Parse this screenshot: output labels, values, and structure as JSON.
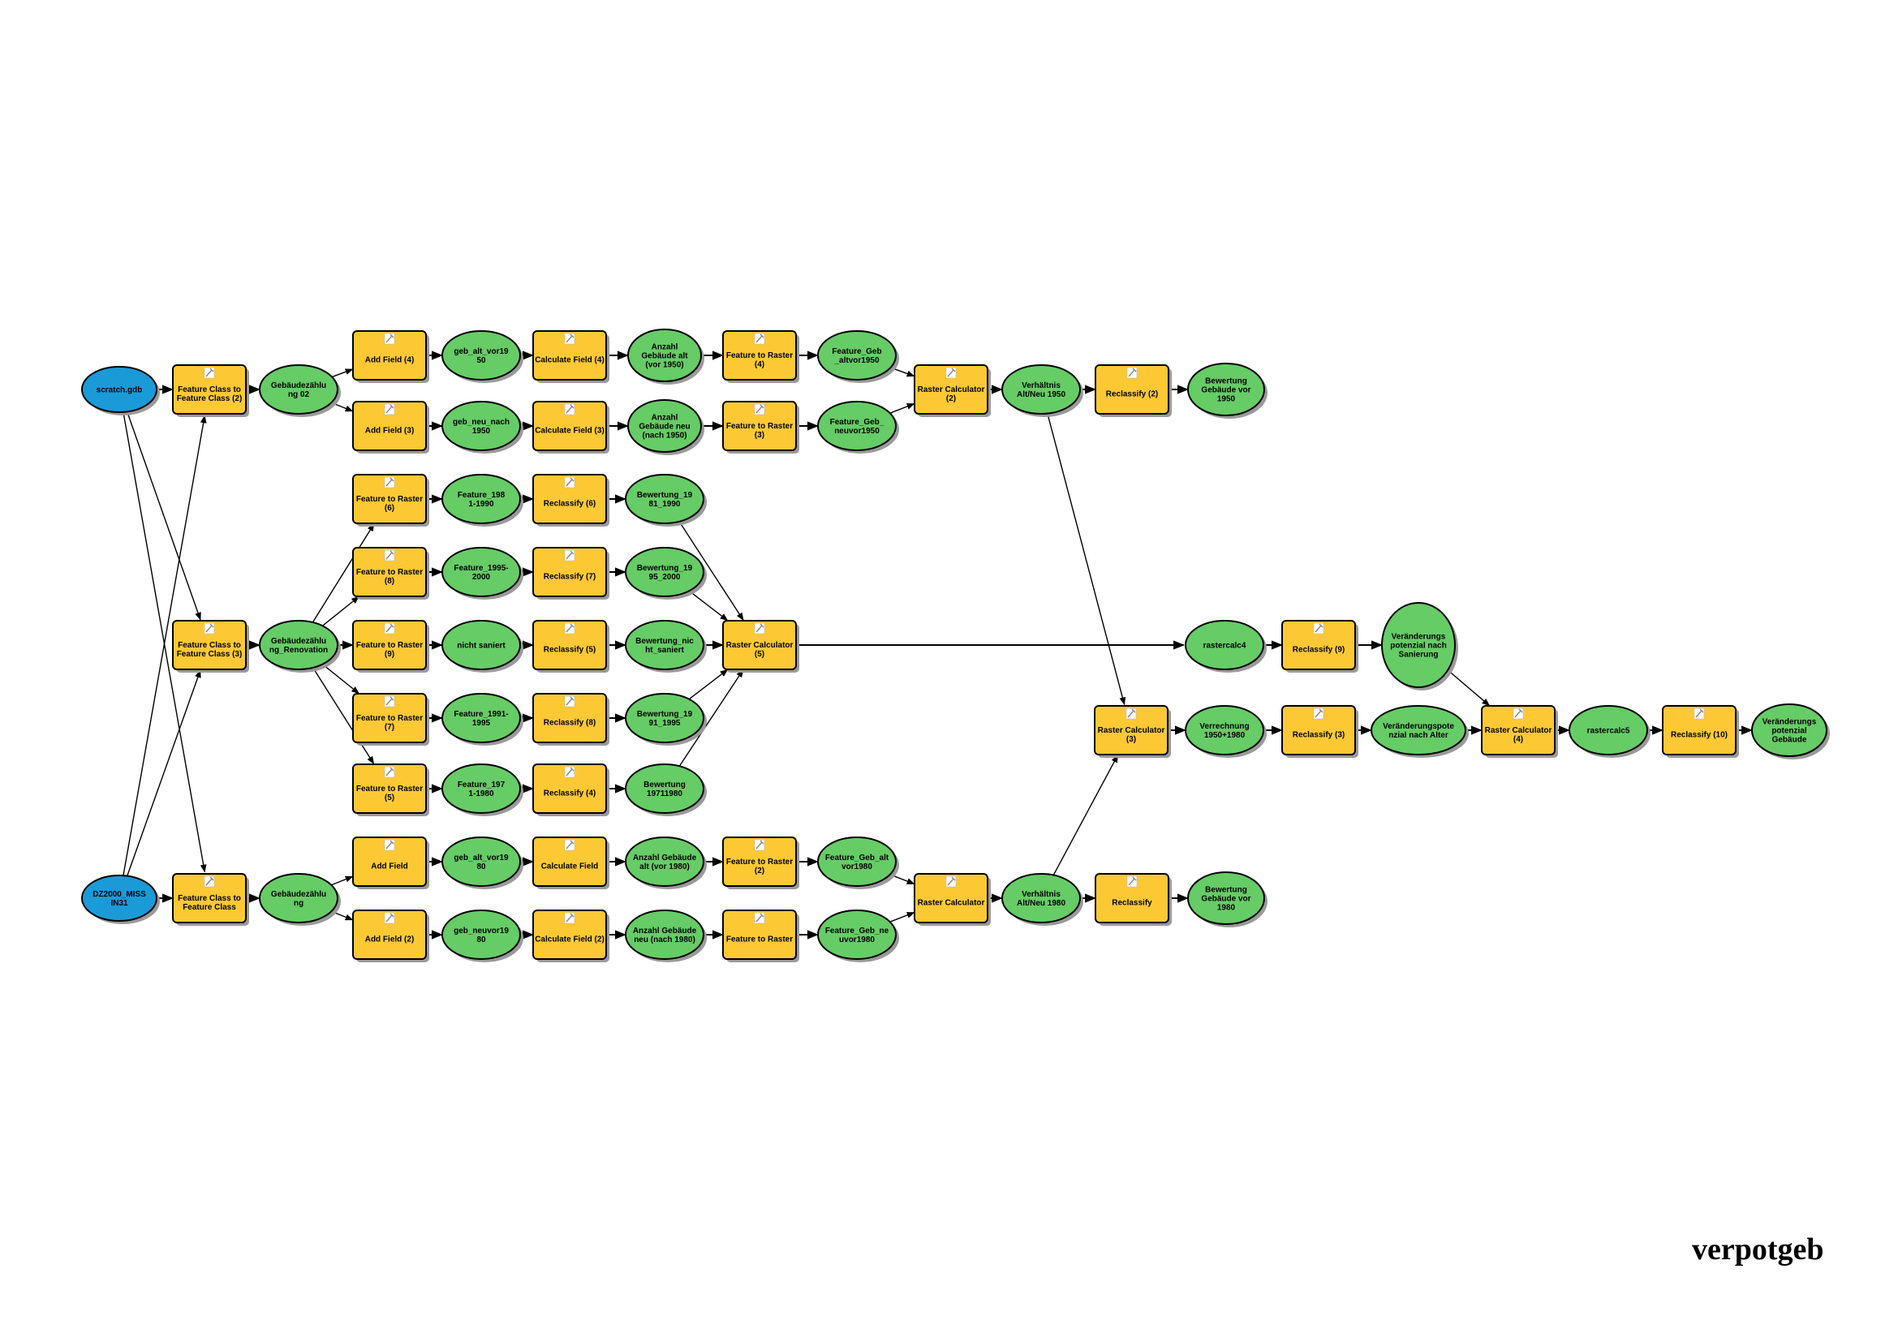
{
  "title": "verpotgeb",
  "colors": {
    "tool": "#fcc934",
    "data": "#66cc66",
    "input": "#1a9bd7",
    "outline": "#000000",
    "shadow": "#9a9a9a"
  },
  "nodes": [
    {
      "id": "scratch",
      "type": "input",
      "label": [
        "scratch.gdb"
      ]
    },
    {
      "id": "dz",
      "type": "input",
      "label": [
        "DZ2000_MISS",
        "IN31"
      ]
    },
    {
      "id": "fc2",
      "type": "tool",
      "label": [
        "Feature Class to",
        "Feature Class (2)"
      ]
    },
    {
      "id": "fc3",
      "type": "tool",
      "label": [
        "Feature Class to",
        "Feature Class (3)"
      ]
    },
    {
      "id": "fc",
      "type": "tool",
      "label": [
        "Feature Class to",
        "Feature Class"
      ]
    },
    {
      "id": "geb02",
      "type": "data",
      "label": [
        "Gebäudezählu",
        "ng 02"
      ]
    },
    {
      "id": "gebren",
      "type": "data",
      "label": [
        "Gebäudezählu",
        "ng_Renovation"
      ]
    },
    {
      "id": "geb",
      "type": "data",
      "label": [
        "Gebäudezählu",
        "ng"
      ]
    },
    {
      "id": "af4",
      "type": "tool",
      "label": [
        "Add Field (4)"
      ]
    },
    {
      "id": "af3",
      "type": "tool",
      "label": [
        "Add Field (3)"
      ]
    },
    {
      "id": "v1",
      "type": "data",
      "label": [
        "geb_alt_vor19",
        "50"
      ]
    },
    {
      "id": "v2",
      "type": "data",
      "label": [
        "geb_neu_nach",
        "1950"
      ]
    },
    {
      "id": "cf4",
      "type": "tool",
      "label": [
        "Calculate Field (4)"
      ]
    },
    {
      "id": "cf3",
      "type": "tool",
      "label": [
        "Calculate Field (3)"
      ]
    },
    {
      "id": "an1",
      "type": "data",
      "label": [
        "Anzahl",
        "Gebäude alt",
        "(vor 1950)"
      ]
    },
    {
      "id": "an2",
      "type": "data",
      "label": [
        "Anzahl",
        "Gebäude neu",
        "(nach 1950)"
      ]
    },
    {
      "id": "ftr4",
      "type": "tool",
      "label": [
        "Feature to Raster",
        "(4)"
      ]
    },
    {
      "id": "ftr3",
      "type": "tool",
      "label": [
        "Feature to Raster",
        "(3)"
      ]
    },
    {
      "id": "fg1",
      "type": "data",
      "label": [
        "Feature_Geb",
        "_altvor1950"
      ]
    },
    {
      "id": "fg2",
      "type": "data",
      "label": [
        "Feature_Geb_",
        "neuvor1950"
      ]
    },
    {
      "id": "rc2",
      "type": "tool",
      "label": [
        "Raster Calculator",
        "(2)"
      ]
    },
    {
      "id": "verh1",
      "type": "data",
      "label": [
        "Verhältnis",
        "Alt/Neu 1950"
      ]
    },
    {
      "id": "recl2",
      "type": "tool",
      "label": [
        "Reclassify (2)"
      ]
    },
    {
      "id": "bew1",
      "type": "data",
      "label": [
        "Bewertung",
        "Gebäude vor",
        "1950"
      ]
    },
    {
      "id": "ftr6",
      "type": "tool",
      "label": [
        "Feature to Raster",
        "(6)"
      ]
    },
    {
      "id": "ftr8",
      "type": "tool",
      "label": [
        "Feature to Raster",
        "(8)"
      ]
    },
    {
      "id": "ftr9",
      "type": "tool",
      "label": [
        "Feature to Raster",
        "(9)"
      ]
    },
    {
      "id": "ftr7",
      "type": "tool",
      "label": [
        "Feature to Raster",
        "(7)"
      ]
    },
    {
      "id": "ftr5",
      "type": "tool",
      "label": [
        "Feature to Raster",
        "(5)"
      ]
    },
    {
      "id": "f6",
      "type": "data",
      "label": [
        "Feature_198",
        "1-1990"
      ]
    },
    {
      "id": "f8",
      "type": "data",
      "label": [
        "Feature_1995-",
        "2000"
      ]
    },
    {
      "id": "f9",
      "type": "data",
      "label": [
        "nicht saniert"
      ]
    },
    {
      "id": "f7",
      "type": "data",
      "label": [
        "Feature_1991-",
        "1995"
      ]
    },
    {
      "id": "f5",
      "type": "data",
      "label": [
        "Feature_197",
        "1-1980"
      ]
    },
    {
      "id": "r6",
      "type": "tool",
      "label": [
        "Reclassify (6)"
      ]
    },
    {
      "id": "r7",
      "type": "tool",
      "label": [
        "Reclassify (7)"
      ]
    },
    {
      "id": "r5",
      "type": "tool",
      "label": [
        "Reclassify (5)"
      ]
    },
    {
      "id": "r8",
      "type": "tool",
      "label": [
        "Reclassify (8)"
      ]
    },
    {
      "id": "r4",
      "type": "tool",
      "label": [
        "Reclassify (4)"
      ]
    },
    {
      "id": "b6",
      "type": "data",
      "label": [
        "Bewertung_19",
        "81_1990"
      ]
    },
    {
      "id": "b7",
      "type": "data",
      "label": [
        "Bewertung_19",
        "95_2000"
      ]
    },
    {
      "id": "b5",
      "type": "data",
      "label": [
        "Bewertung_nic",
        "ht_saniert"
      ]
    },
    {
      "id": "b8",
      "type": "data",
      "label": [
        "Bewertung_19",
        "91_1995"
      ]
    },
    {
      "id": "b4",
      "type": "data",
      "label": [
        "Bewertung",
        "19711980"
      ]
    },
    {
      "id": "rc5",
      "type": "tool",
      "label": [
        "Raster Calculator",
        "(5)"
      ]
    },
    {
      "id": "rcalc4",
      "type": "data",
      "label": [
        "rastercalc4"
      ]
    },
    {
      "id": "recl9",
      "type": "tool",
      "label": [
        "Reclassify (9)"
      ]
    },
    {
      "id": "versan",
      "type": "data",
      "label": [
        "Veränderungs",
        "potenzial nach",
        "Sanierung"
      ]
    },
    {
      "id": "rc3",
      "type": "tool",
      "label": [
        "Raster Calculator",
        "(3)"
      ]
    },
    {
      "id": "verr",
      "type": "data",
      "label": [
        "Verrechnung",
        "1950+1980"
      ]
    },
    {
      "id": "recl3",
      "type": "tool",
      "label": [
        "Reclassify (3)"
      ]
    },
    {
      "id": "veralt",
      "type": "data",
      "label": [
        "Veränderungspote",
        "nzial nach Alter"
      ]
    },
    {
      "id": "rc4",
      "type": "tool",
      "label": [
        "Raster Calculator",
        "(4)"
      ]
    },
    {
      "id": "rcalc5",
      "type": "data",
      "label": [
        "rastercalc5"
      ]
    },
    {
      "id": "recl10",
      "type": "tool",
      "label": [
        "Reclassify (10)"
      ]
    },
    {
      "id": "vergeb",
      "type": "data",
      "label": [
        "Veränderungs",
        "potenzial",
        "Gebäude"
      ]
    },
    {
      "id": "af",
      "type": "tool",
      "label": [
        "Add Field"
      ]
    },
    {
      "id": "af2",
      "type": "tool",
      "label": [
        "Add Field (2)"
      ]
    },
    {
      "id": "v3",
      "type": "data",
      "label": [
        "geb_alt_vor19",
        "80"
      ]
    },
    {
      "id": "v4",
      "type": "data",
      "label": [
        "geb_neuvor19",
        "80"
      ]
    },
    {
      "id": "cf",
      "type": "tool",
      "label": [
        "Calculate Field"
      ]
    },
    {
      "id": "cf2",
      "type": "tool",
      "label": [
        "Calculate Field (2)"
      ]
    },
    {
      "id": "an3",
      "type": "data",
      "label": [
        "Anzahl Gebäude",
        "alt (vor 1980)"
      ]
    },
    {
      "id": "an4",
      "type": "data",
      "label": [
        "Anzahl Gebäude",
        "neu (nach 1980)"
      ]
    },
    {
      "id": "ftr2",
      "type": "tool",
      "label": [
        "Feature to Raster",
        "(2)"
      ]
    },
    {
      "id": "ftr",
      "type": "tool",
      "label": [
        "Feature to Raster"
      ]
    },
    {
      "id": "fg3",
      "type": "data",
      "label": [
        "Feature_Geb_alt",
        "vor1980"
      ]
    },
    {
      "id": "fg4",
      "type": "data",
      "label": [
        "Feature_Geb_ne",
        "uvor1980"
      ]
    },
    {
      "id": "rc",
      "type": "tool",
      "label": [
        "Raster Calculator"
      ]
    },
    {
      "id": "verh2",
      "type": "data",
      "label": [
        "Verhältnis",
        "Alt/Neu 1980"
      ]
    },
    {
      "id": "recl",
      "type": "tool",
      "label": [
        "Reclassify"
      ]
    },
    {
      "id": "bew2",
      "type": "data",
      "label": [
        "Bewertung",
        "Gebäude vor",
        "1980"
      ]
    }
  ],
  "edges": [
    [
      "scratch",
      "fc2"
    ],
    [
      "scratch",
      "fc3"
    ],
    [
      "scratch",
      "fc"
    ],
    [
      "dz",
      "fc"
    ],
    [
      "dz",
      "fc2"
    ],
    [
      "dz",
      "fc3"
    ],
    [
      "fc2",
      "geb02"
    ],
    [
      "geb02",
      "af4"
    ],
    [
      "geb02",
      "af3"
    ],
    [
      "af4",
      "v1"
    ],
    [
      "v1",
      "cf4"
    ],
    [
      "cf4",
      "an1"
    ],
    [
      "an1",
      "ftr4"
    ],
    [
      "ftr4",
      "fg1"
    ],
    [
      "fg1",
      "rc2"
    ],
    [
      "af3",
      "v2"
    ],
    [
      "v2",
      "cf3"
    ],
    [
      "cf3",
      "an2"
    ],
    [
      "an2",
      "ftr3"
    ],
    [
      "ftr3",
      "fg2"
    ],
    [
      "fg2",
      "rc2"
    ],
    [
      "rc2",
      "verh1"
    ],
    [
      "verh1",
      "recl2"
    ],
    [
      "recl2",
      "bew1"
    ],
    [
      "verh1",
      "rc3"
    ],
    [
      "fc3",
      "gebren"
    ],
    [
      "gebren",
      "ftr6"
    ],
    [
      "gebren",
      "ftr8"
    ],
    [
      "gebren",
      "ftr9"
    ],
    [
      "gebren",
      "ftr7"
    ],
    [
      "gebren",
      "ftr5"
    ],
    [
      "ftr6",
      "f6"
    ],
    [
      "ftr8",
      "f8"
    ],
    [
      "ftr9",
      "f9"
    ],
    [
      "ftr7",
      "f7"
    ],
    [
      "ftr5",
      "f5"
    ],
    [
      "f6",
      "r6"
    ],
    [
      "f8",
      "r7"
    ],
    [
      "f9",
      "r5"
    ],
    [
      "f7",
      "r8"
    ],
    [
      "f5",
      "r4"
    ],
    [
      "r6",
      "b6"
    ],
    [
      "r7",
      "b7"
    ],
    [
      "r5",
      "b5"
    ],
    [
      "r8",
      "b8"
    ],
    [
      "r4",
      "b4"
    ],
    [
      "b6",
      "rc5"
    ],
    [
      "b7",
      "rc5"
    ],
    [
      "b5",
      "rc5"
    ],
    [
      "b8",
      "rc5"
    ],
    [
      "b4",
      "rc5"
    ],
    [
      "rc5",
      "rcalc4"
    ],
    [
      "rcalc4",
      "recl9"
    ],
    [
      "recl9",
      "versan"
    ],
    [
      "versan",
      "rc4"
    ],
    [
      "rc3",
      "verr"
    ],
    [
      "verr",
      "recl3"
    ],
    [
      "recl3",
      "veralt"
    ],
    [
      "veralt",
      "rc4"
    ],
    [
      "rc4",
      "rcalc5"
    ],
    [
      "rcalc5",
      "recl10"
    ],
    [
      "recl10",
      "vergeb"
    ],
    [
      "fc",
      "geb"
    ],
    [
      "geb",
      "af"
    ],
    [
      "geb",
      "af2"
    ],
    [
      "af",
      "v3"
    ],
    [
      "v3",
      "cf"
    ],
    [
      "cf",
      "an3"
    ],
    [
      "an3",
      "ftr2"
    ],
    [
      "ftr2",
      "fg3"
    ],
    [
      "fg3",
      "rc"
    ],
    [
      "af2",
      "v4"
    ],
    [
      "v4",
      "cf2"
    ],
    [
      "cf2",
      "an4"
    ],
    [
      "an4",
      "ftr"
    ],
    [
      "ftr",
      "fg4"
    ],
    [
      "fg4",
      "rc"
    ],
    [
      "rc",
      "verh2"
    ],
    [
      "verh2",
      "recl"
    ],
    [
      "recl",
      "bew2"
    ],
    [
      "verh2",
      "rc3"
    ]
  ]
}
